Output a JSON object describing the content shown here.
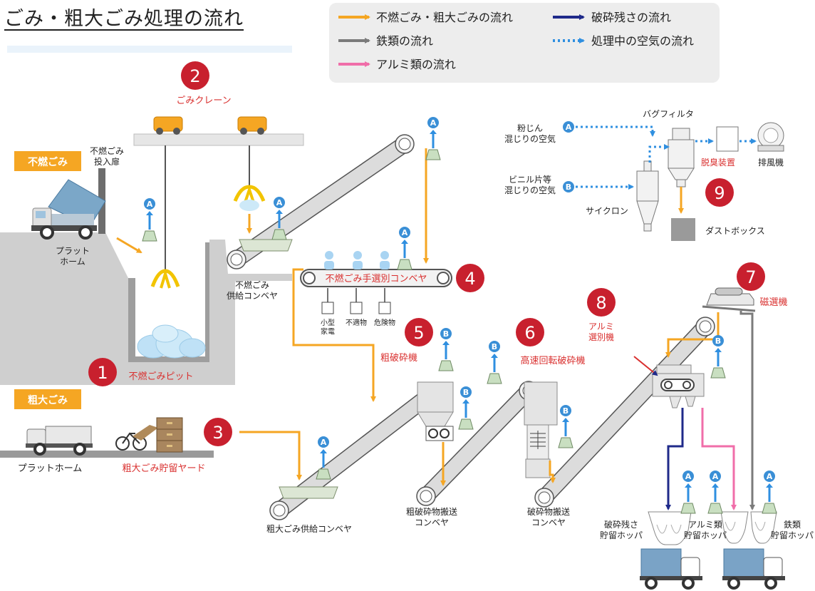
{
  "title": "ごみ・粗大ごみ処理の流れ",
  "legend": {
    "items": [
      {
        "label": "不燃ごみ・粗大ごみの流れ",
        "color": "#f5a623",
        "style": "solid"
      },
      {
        "label": "破砕残さの流れ",
        "color": "#1f2a8a",
        "style": "solid"
      },
      {
        "label": "鉄類の流れ",
        "color": "#7b7b7b",
        "style": "solid"
      },
      {
        "label": "処理中の空気の流れ",
        "color": "#2f8fe0",
        "style": "dotted"
      },
      {
        "label": "アルミ類の流れ",
        "color": "#f06ea9",
        "style": "solid"
      }
    ]
  },
  "colors": {
    "accent_orange": "#f5a623",
    "badge_red": "#c8202e",
    "label_red": "#d9302f",
    "belt_gray": "#dcdcdc",
    "air_blue": "#2f8fe0"
  },
  "tags": {
    "funen": "不燃ごみ",
    "sodai": "粗大ごみ"
  },
  "steps": [
    {
      "num": "1",
      "label": "不燃ごみピット"
    },
    {
      "num": "2",
      "label": "ごみクレーン"
    },
    {
      "num": "3",
      "label": ""
    },
    {
      "num": "4",
      "label": "不燃ごみ手選別コンベヤ"
    },
    {
      "num": "5",
      "label": "粗破砕機"
    },
    {
      "num": "6",
      "label": "高速回転破砕機"
    },
    {
      "num": "7",
      "label": "磁選機"
    },
    {
      "num": "8",
      "label": "アルミ\n選別機"
    },
    {
      "num": "9",
      "label": "脱臭装置"
    }
  ],
  "labels": {
    "door": "不燃ごみ\n投入扉",
    "platform1": "プラット\nホーム",
    "platform2": "プラットホーム",
    "funen_supply": "不燃ごみ\n供給コンベヤ",
    "sodai_yard": "粗大ごみ貯留ヤード",
    "sodai_supply": "粗大ごみ供給コンベヤ",
    "coarse_conveyor": "粗破砕物搬送\nコンベヤ",
    "crushed_conveyor": "破砕物搬送\nコンベヤ",
    "bin_small_appliance": "小型\n家電",
    "bin_unsuitable": "不適物",
    "bin_dangerous": "危険物",
    "residue_hopper": "破砕残さ\n貯留ホッパ",
    "alu_hopper": "アルミ類\n貯留ホッパ",
    "iron_hopper": "鉄類\n貯留ホッパ",
    "dust_air": "粉じん\n混じりの空気",
    "vinyl_air": "ビニル片等\n混じりの空気",
    "bag_filter": "バグフィルタ",
    "cyclone": "サイクロン",
    "exhaust_fan": "排風機",
    "dust_box": "ダストボックス",
    "marker_a": "A",
    "marker_b": "B"
  }
}
